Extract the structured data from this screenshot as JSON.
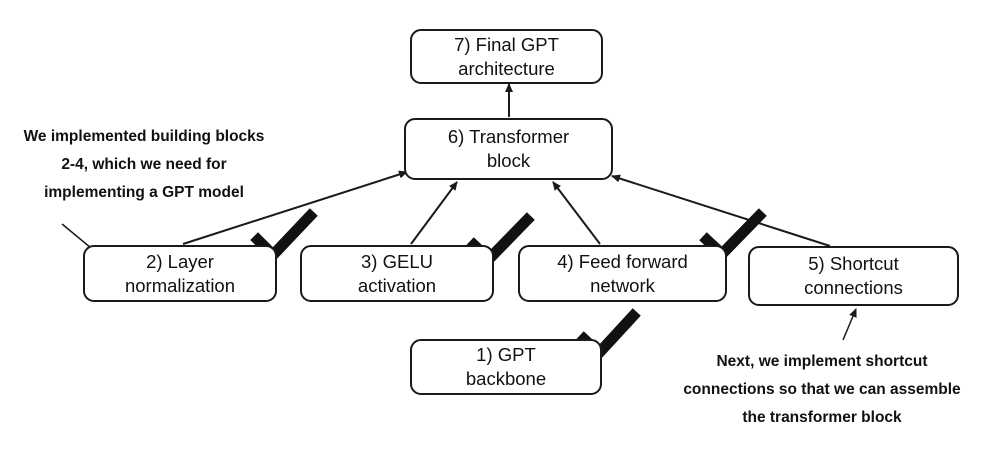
{
  "boxes": {
    "final_gpt": "7) Final GPT\narchitecture",
    "transformer_block": "6) Transformer\nblock",
    "layer_norm": "2) Layer\nnormalization",
    "gelu": "3) GELU\nactivation",
    "feed_forward": "4) Feed forward\nnetwork",
    "shortcut": "5) Shortcut\nconnections",
    "gpt_backbone": "1) GPT\nbackbone"
  },
  "notes": {
    "left_line1": "We implemented building blocks",
    "left_line2": "2-4, which we need for",
    "left_line3": "implementing a GPT model",
    "right_line1": "Next, we implement shortcut",
    "right_line2": "connections so that we can assemble",
    "right_line3": "the transformer block"
  },
  "completed_steps": [
    "2) Layer normalization",
    "3) GELU activation",
    "4) Feed forward network",
    "1) GPT backbone"
  ],
  "colors": {
    "stroke": "#1a1a1a",
    "text": "#111111",
    "background": "#ffffff"
  }
}
